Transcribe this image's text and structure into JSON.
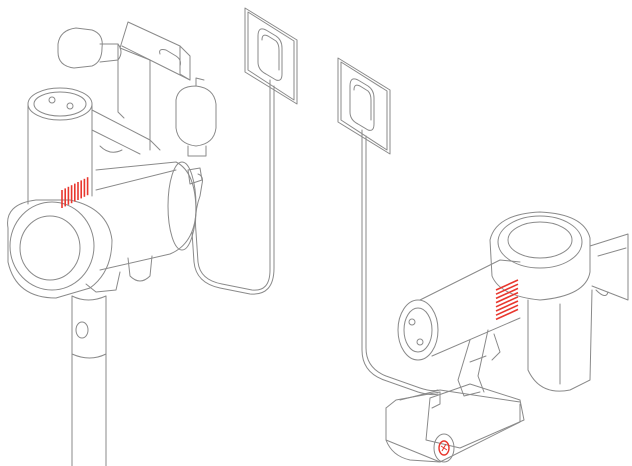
{
  "illustration": {
    "left_scene": "vacuum-mounted-on-wall-dock-charging",
    "right_scene": "handheld-vacuum-charging-on-floor-base",
    "has_text": false
  },
  "colors": {
    "background": "#ffffff",
    "outline": "#8a8a8a",
    "charge_indicator": "#e8372e"
  },
  "charge_indicator": {
    "left_bars": 9,
    "right_bars": 8
  }
}
